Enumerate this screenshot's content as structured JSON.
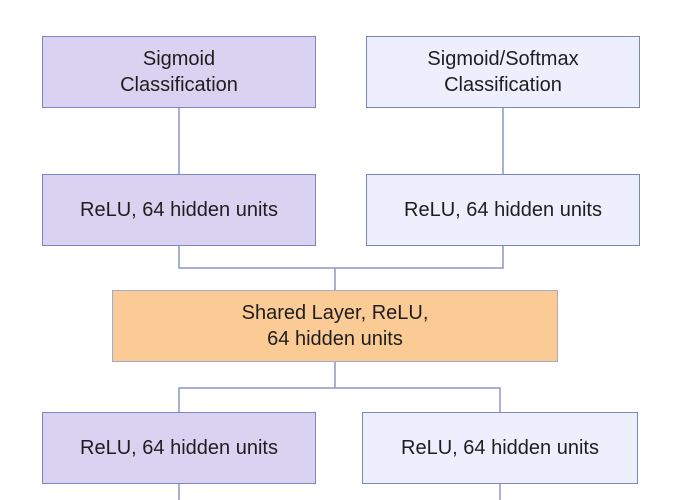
{
  "diagram": {
    "nodes": {
      "top_left": "Sigmoid\nClassification",
      "top_right": "Sigmoid/Softmax\nClassification",
      "mid_left": "ReLU, 64 hidden units",
      "mid_right": "ReLU, 64 hidden units",
      "shared": "Shared Layer, ReLU,\n64 hidden units",
      "bottom_left": "ReLU, 64 hidden units",
      "bottom_right": "ReLU, 64 hidden units"
    },
    "colors": {
      "task_a_fill": "#d9d2f0",
      "task_b_fill": "#eeeffd",
      "shared_fill": "#fbcb96",
      "border": "#7a86c2",
      "connector": "#8b95c9"
    }
  }
}
